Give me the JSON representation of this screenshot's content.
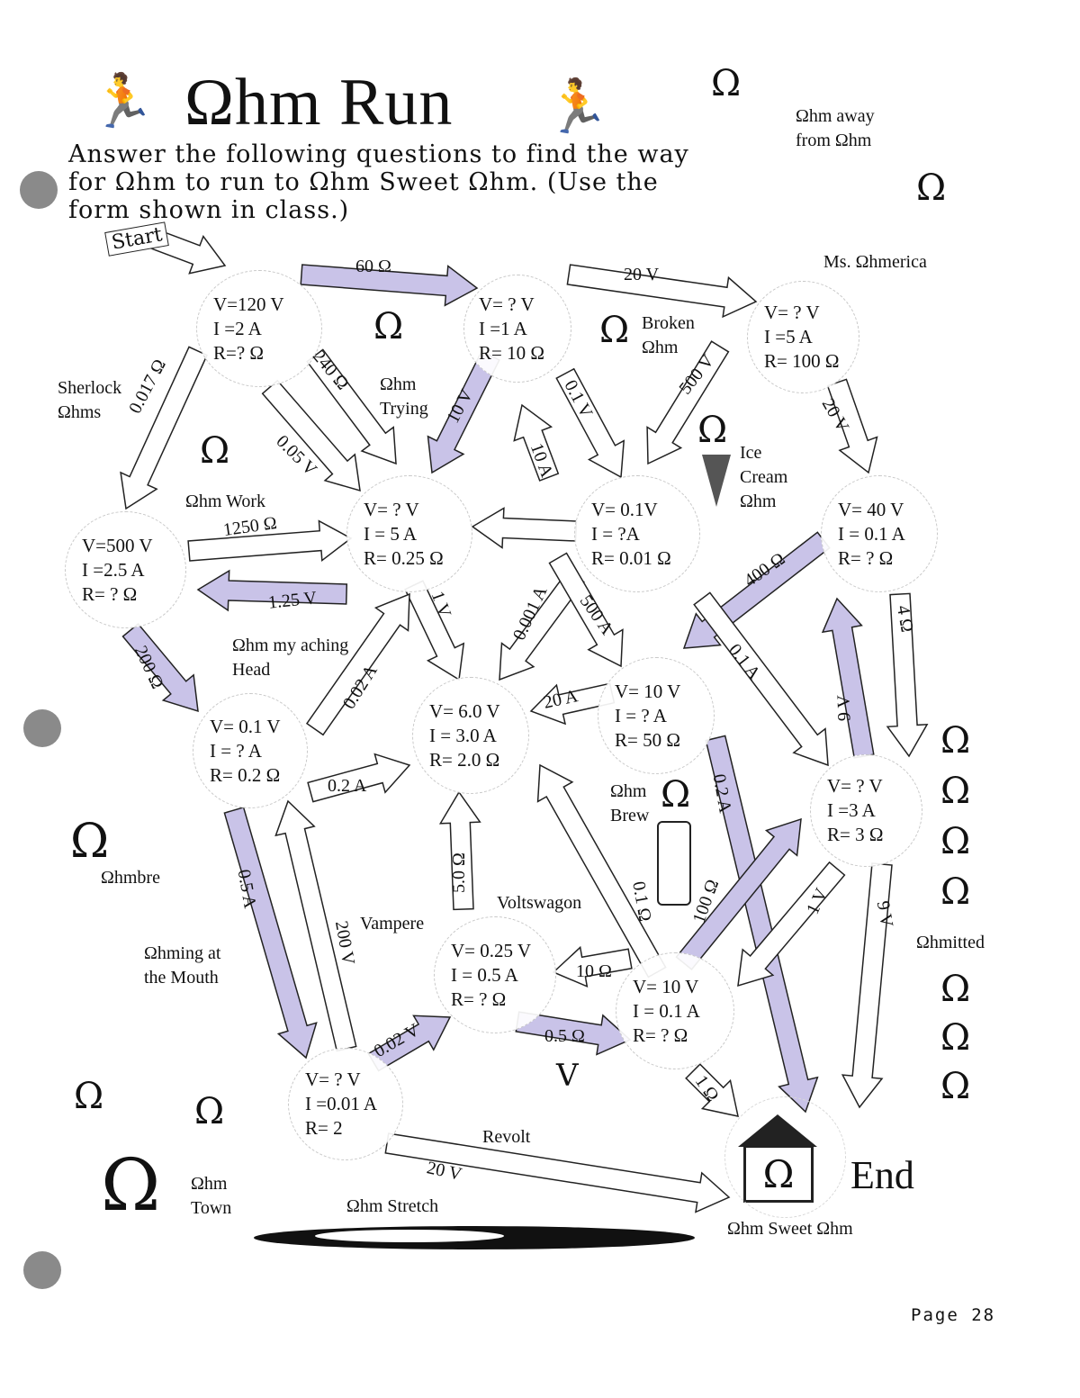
{
  "title": "Ωhm Run",
  "instructions": "Answer the following questions to find the way for Ωhm to run to Ωhm Sweet Ωhm. (Use the form shown in class.)",
  "start_label": "Start",
  "end_label": "End",
  "page_number": "Page 28",
  "nodes": [
    {
      "id": "n1",
      "v": "V=120 V",
      "i": "I =2 A",
      "r": "R=? Ω"
    },
    {
      "id": "n2",
      "v": "V= ? V",
      "i": "I =1 A",
      "r": "R= 10 Ω"
    },
    {
      "id": "n3",
      "v": "V= ? V",
      "i": "I =5 A",
      "r": "R= 100 Ω"
    },
    {
      "id": "n4",
      "v": "V=500 V",
      "i": "I =2.5 A",
      "r": "R= ? Ω"
    },
    {
      "id": "n5",
      "v": "V= ? V",
      "i": "I = 5 A",
      "r": "R= 0.25 Ω"
    },
    {
      "id": "n6",
      "v": "V= 0.1V",
      "i": "I = ?A",
      "r": "R= 0.01 Ω"
    },
    {
      "id": "n7",
      "v": "V= 40 V",
      "i": "I = 0.1 A",
      "r": "R= ? Ω"
    },
    {
      "id": "n8",
      "v": "V= 0.1 V",
      "i": "I = ? A",
      "r": "R= 0.2 Ω"
    },
    {
      "id": "n9",
      "v": "V= 6.0 V",
      "i": "I = 3.0 A",
      "r": "R= 2.0 Ω"
    },
    {
      "id": "n10",
      "v": "V= 10 V",
      "i": "I = ? A",
      "r": "R= 50 Ω"
    },
    {
      "id": "n11",
      "v": "V= ? V",
      "i": "I =3 A",
      "r": "R= 3 Ω"
    },
    {
      "id": "n12",
      "v": "V= 0.25 V",
      "i": "I = 0.5 A",
      "r": "R= ? Ω"
    },
    {
      "id": "n13",
      "v": "V= 10 V",
      "i": "I = 0.1 A",
      "r": "R= ? Ω"
    },
    {
      "id": "n14",
      "v": "V= ? V",
      "i": "I =0.01 A",
      "r": "R= 2"
    }
  ],
  "edges": [
    "60 Ω",
    "20 V",
    "240 Ω",
    "0.017 Ω",
    "10 V",
    "0.1 V",
    "500 V",
    "20 V",
    "10 A",
    "0.05 V",
    "1250 Ω",
    "1.25 V",
    "400 Ω",
    "200 Ω",
    "1 V",
    "0.001 A",
    "500 A",
    "0.1 A",
    "4 Ω",
    "9 V",
    "0.02 A",
    "20 A",
    "0.2 A",
    "0.2 A",
    "0.5 A",
    "200 V",
    "5.0 Ω",
    "0.1 Ω",
    "100 Ω",
    "1 V",
    "9 V",
    "10 Ω",
    "0.5 Ω",
    "0.02 V",
    "1 Ω",
    "20 V"
  ],
  "captions": {
    "sherlock": "Sherlock Ωhms",
    "ohm_work": "Ωhm Work",
    "ohm_trying": "Ωhm Trying",
    "broken": "Broken Ωhm",
    "ms_ohmerica": "Ms. Ωhmerica",
    "away": "Ωhm away from Ωhm",
    "ice_cream": "Ice Cream Ωhm",
    "aching_head": "Ωhm my aching Head",
    "ohmbre": "Ωhmbre",
    "ohming": "Ωhming at the Mouth",
    "vampere": "Vampere",
    "voltswagon": "Voltswagon",
    "ohm_brew": "Ωhm Brew",
    "ohmitted": "Ωhmitted",
    "revolt": "Revolt",
    "ohm_town": "Ωhm Town",
    "ohm_stretch": "Ωhm Stretch",
    "sweet_ohm": "Ωhm Sweet Ωhm"
  },
  "colors": {
    "arrow_fill": "#c9c3e8",
    "arrow_plain": "#ffffff",
    "stroke": "#222222"
  }
}
